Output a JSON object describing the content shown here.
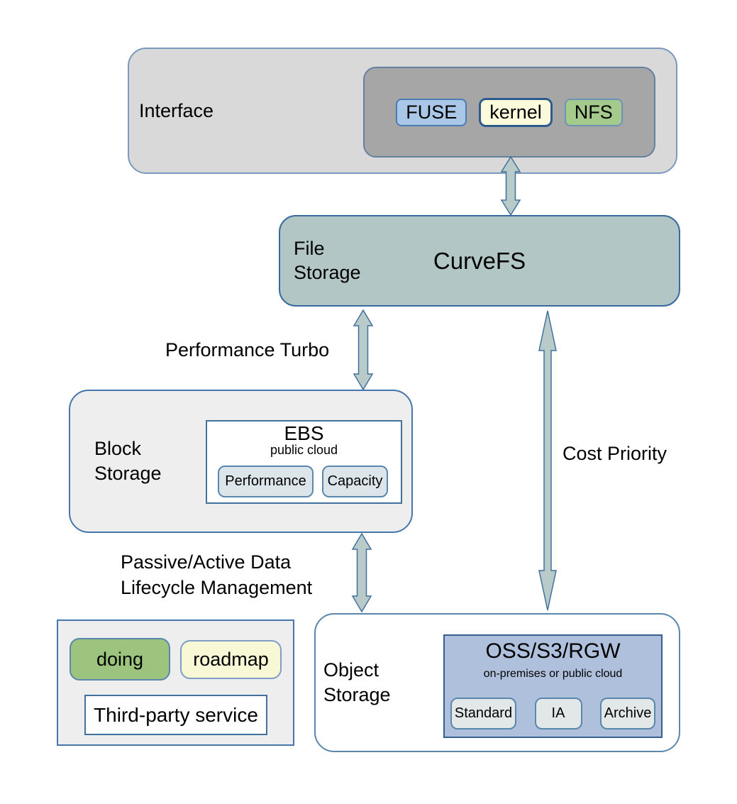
{
  "layers": {
    "interface": {
      "label": "Interface",
      "nodes": [
        {
          "label": "FUSE"
        },
        {
          "label": "kernel"
        },
        {
          "label": "NFS"
        }
      ]
    },
    "file_storage": {
      "label": "File Storage",
      "node": "CurveFS"
    },
    "block_storage": {
      "label": "Block Storage",
      "group": {
        "title": "EBS",
        "subtitle": "public cloud",
        "tiers": [
          {
            "label": "Performance"
          },
          {
            "label": "Capacity"
          }
        ]
      }
    },
    "object_storage": {
      "label": "Object Storage",
      "group": {
        "title": "OSS/S3/RGW",
        "subtitle": "on-premises or public cloud",
        "tiers": [
          {
            "label": "Standard"
          },
          {
            "label": "IA"
          },
          {
            "label": "Archive"
          }
        ]
      }
    }
  },
  "connectors": {
    "curvefs_to_block": {
      "label": "Performance Turbo"
    },
    "curvefs_to_object": {
      "label": "Cost Priority"
    },
    "block_to_object": {
      "label": "Passive/Active Data Lifecycle Management"
    }
  },
  "legend": {
    "doing": "doing",
    "roadmap": "roadmap",
    "third_party": "Third-party service"
  },
  "colors": {
    "layer_gray_fill": "#d9d9d9",
    "interface_inner_gray": "#a6a6a6",
    "file_storage_fill": "#b2c7c5",
    "block_storage_fill": "#eeeeef",
    "object_inner_fill": "#aec0dc",
    "arrow_fill": "#b9cbc9",
    "border_blue": "#41719c",
    "doing_green": "#9cc47e",
    "roadmap_yellow": "#f8f8d6",
    "fuse_blue": "#abc7e8"
  }
}
